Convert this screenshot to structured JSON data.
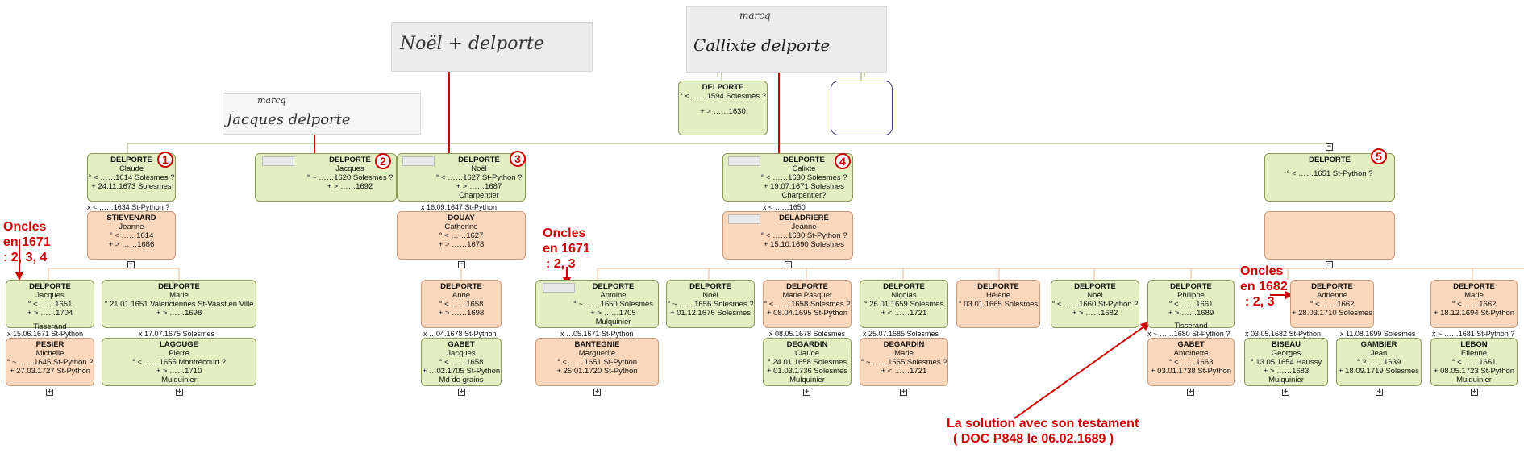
{
  "badges": [
    "1",
    "2",
    "3",
    "4",
    "5"
  ],
  "annotations": {
    "oncles1": [
      "Oncles",
      "en 1671",
      ": 2, 3, 4"
    ],
    "oncles2": [
      "Oncles",
      "en 1671",
      ": 2, 3"
    ],
    "oncles3": [
      "Oncles",
      "en 1682",
      ": 2, 3"
    ],
    "solution": [
      "La solution avec son testament",
      "( DOC P848      le 06.02.1689 )"
    ]
  },
  "signatures": {
    "noel": "Noël  + delporte",
    "calixte": "Callixte  delporte",
    "jacques": "Jacques  delporte",
    "marc_1": "marcq",
    "marc_2": "marcq"
  },
  "people": {
    "root": {
      "surname": "DELPORTE",
      "given": "",
      "l1": "° < ……1594 Solesmes ?",
      "l2": "+ > ……1630",
      "l3": ""
    },
    "claude": {
      "surname": "DELPORTE",
      "given": "Claude",
      "l1": "° < ……1614 Solesmes ?",
      "l2": "+ 24.11.1673 Solesmes",
      "l3": ""
    },
    "jacques": {
      "surname": "DELPORTE",
      "given": "Jacques",
      "l1": "° ~ ……1620 Solesmes ?",
      "l2": "+ > ……1692",
      "l3": ""
    },
    "noel": {
      "surname": "DELPORTE",
      "given": "Noël",
      "l1": "° < ……1627 St-Python ?",
      "l2": "+ > ……1687",
      "l3": "Charpentier"
    },
    "calixte": {
      "surname": "DELPORTE",
      "given": "Calixte",
      "l1": "° < ……1630 Solesmes ?",
      "l2": "+ 19.07.1671 Solesmes",
      "l3": "Charpentier?"
    },
    "d5": {
      "surname": "DELPORTE",
      "given": "",
      "l1": "° < ……1651  St-Python ?",
      "l2": "",
      "l3": ""
    },
    "stievenard": {
      "surname": "STIEVENARD",
      "given": "Jeanne",
      "l1": "° < ……1614",
      "l2": "+ > ……1686",
      "l3": ""
    },
    "douay": {
      "surname": "DOUAY",
      "given": "Catherine",
      "l1": "° < ……1627",
      "l2": "+ > ……1678",
      "l3": ""
    },
    "deladriere": {
      "surname": "DELADRIERE",
      "given": "Jeanne",
      "l1": "° < ……1630 St-Python ?",
      "l2": "+ 15.10.1690 Solesmes",
      "l3": ""
    },
    "jacques2": {
      "surname": "DELPORTE",
      "given": "Jacques",
      "l1": "° < ……1651",
      "l2": "+ > ……1704",
      "l3": "Tisserand"
    },
    "marie1": {
      "surname": "DELPORTE",
      "given": "Marie",
      "l1": "° 21.01.1651 Valenciennes St-Vaast en Ville",
      "l2": "+ > ……1698",
      "l3": ""
    },
    "anne": {
      "surname": "DELPORTE",
      "given": "Anne",
      "l1": "° < ……1658",
      "l2": "+ > ……1698",
      "l3": ""
    },
    "antoine": {
      "surname": "DELPORTE",
      "given": "Antoine",
      "l1": "° ~ ……1650 Solesmes",
      "l2": "+ > ……1705",
      "l3": "Mulquinier"
    },
    "noel2": {
      "surname": "DELPORTE",
      "given": "Noël",
      "l1": "° ~ ……1656 Solesmes ?",
      "l2": "+ 01.12.1676 Solesmes",
      "l3": ""
    },
    "mariepasquet": {
      "surname": "DELPORTE",
      "given": "Marie Pasquet",
      "l1": "° < ……1658 Solesmes ?",
      "l2": "+ 08.04.1695 St-Python",
      "l3": ""
    },
    "nicolas": {
      "surname": "DELPORTE",
      "given": "Nicolas",
      "l1": "° 26.01.1659 Solesmes",
      "l2": "+ < ……1721",
      "l3": ""
    },
    "helene": {
      "surname": "DELPORTE",
      "given": "Hélène",
      "l1": "° 03.01.1665 Solesmes",
      "l2": "",
      "l3": ""
    },
    "noel3": {
      "surname": "DELPORTE",
      "given": "Noël",
      "l1": "° < ……1660 St-Python ?",
      "l2": "+ > ……1682",
      "l3": ""
    },
    "philippe": {
      "surname": "DELPORTE",
      "given": "Philippe",
      "l1": "° < ……1661",
      "l2": "+ > ……1689",
      "l3": "Tisserand"
    },
    "adrienne": {
      "surname": "DELPORTE",
      "given": "Adrienne",
      "l1": "° < ……1662",
      "l2": "+ 28.03.1710 Solesmes",
      "l3": ""
    },
    "marie3": {
      "surname": "DELPORTE",
      "given": "Marie",
      "l1": "° < ……1662",
      "l2": "+ 18.12.1694 St-Python",
      "l3": ""
    },
    "pesier": {
      "surname": "PESIER",
      "given": "Michelle",
      "l1": "° ~ ……1645 St-Python ?",
      "l2": "+ 27.03.1727 St-Python",
      "l3": ""
    },
    "lagouge": {
      "surname": "LAGOUGE",
      "given": "Pierre",
      "l1": "° < ……1655 Montrécourt ?",
      "l2": "+ > ……1710",
      "l3": "Mulquinier"
    },
    "gabet1": {
      "surname": "GABET",
      "given": "Jacques",
      "l1": "° < ……1658",
      "l2": "+ …02.1705 St-Python",
      "l3": "Md de grains"
    },
    "bantegnie": {
      "surname": "BANTEGNIE",
      "given": "Marguerite",
      "l1": "° < ……1651 St-Python",
      "l2": "+ 25.01.1720 St-Python",
      "l3": ""
    },
    "degardin1": {
      "surname": "DEGARDIN",
      "given": "Claude",
      "l1": "° 24.01.1658 Solesmes",
      "l2": "+ 01.03.1736 Solesmes",
      "l3": "Mulquinier"
    },
    "degardin2": {
      "surname": "DEGARDIN",
      "given": "Marie",
      "l1": "° ~ ……1665 Solesmes ?",
      "l2": "+ < ……1721",
      "l3": ""
    },
    "gabet2": {
      "surname": "GABET",
      "given": "Antoinette",
      "l1": "° < ……1663",
      "l2": "+ 03.01.1738 St-Python",
      "l3": ""
    },
    "biseau": {
      "surname": "BISEAU",
      "given": "Georges",
      "l1": "° 13.05.1654 Haussy",
      "l2": "+ > ……1683",
      "l3": "Mulquinier"
    },
    "gambier": {
      "surname": "GAMBIER",
      "given": "Jean",
      "l1": "° ? ……1639",
      "l2": "+ 18.09.1719 Solesmes",
      "l3": ""
    },
    "lebon": {
      "surname": "LEBON",
      "given": "Etienne",
      "l1": "° < ……1661",
      "l2": "+ 08.05.1723 St-Python",
      "l3": "Mulquinier"
    }
  },
  "marriages": {
    "claude": "x < ……1634 St-Python ?",
    "noel": "x 16.09.1647 St-Python",
    "calixte": "x < ……1650",
    "jacques2": "x 15.06.1671 St-Python",
    "marie1": "x 17.07.1675 Solesmes",
    "anne": "x …04.1678 St-Python",
    "antoine": "x …05.1671 St-Python",
    "mariepasquet": "x 08.05.1678 Solesmes",
    "nicolas": "x 25.07.1685 Solesmes",
    "philippe": "x ~ ……1680 St-Python ?",
    "adrienne1": "x 03.05.1682 St-Python",
    "adrienne2": "x 11.08.1699 Solesmes",
    "marie3": "x ~ ……1681 St-Python ?"
  },
  "toggles": {
    "minus": "−",
    "plus": "+"
  }
}
